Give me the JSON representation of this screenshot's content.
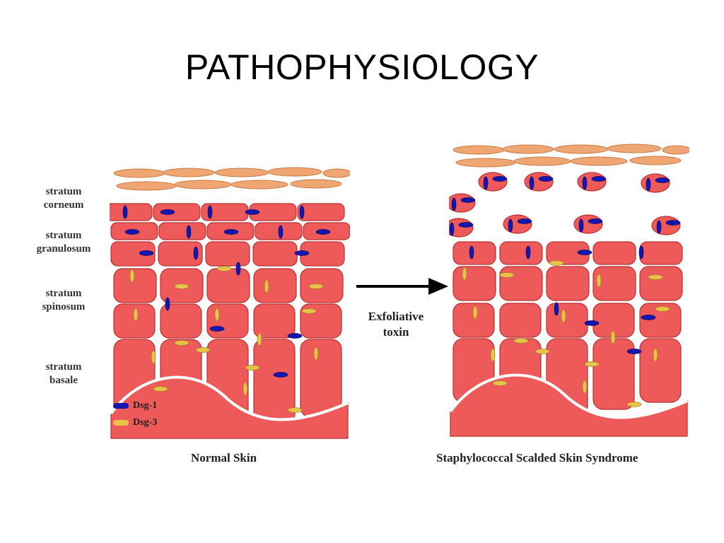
{
  "title": "PATHOPHYSIOLOGY",
  "layer_labels": {
    "corneum": "stratum\ncorneum",
    "granulosum": "stratum\ngranulosum",
    "spinosum": "stratum\nspinosum",
    "basale": "stratum\nbasale"
  },
  "legend": {
    "dsg1": {
      "label": "Dsg-1",
      "color": "#1515b0"
    },
    "dsg3": {
      "label": "Dsg-3",
      "color": "#e8c24a"
    }
  },
  "arrow_label": "Exfoliative\ntoxin",
  "captions": {
    "left": "Normal Skin",
    "right": "Staphylococcal Scalded Skin Syndrome"
  },
  "colors": {
    "cell_fill": "#ee5a5a",
    "cell_stroke": "#b83030",
    "corneum_fill": "#f0a673",
    "corneum_stroke": "#c87a45"
  }
}
